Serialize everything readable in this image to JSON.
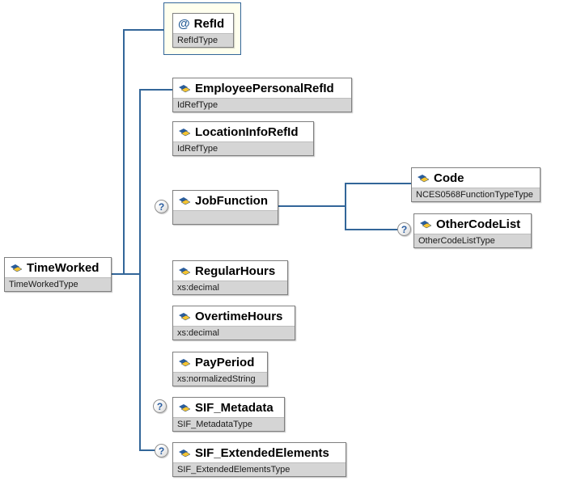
{
  "diagram": {
    "root": {
      "name": "TimeWorked",
      "type": "TimeWorkedType"
    },
    "attribute": {
      "prefix": "@",
      "name": "RefId",
      "type": "RefIdType"
    },
    "children": [
      {
        "name": "EmployeePersonalRefId",
        "type": "IdRefType",
        "optional": false
      },
      {
        "name": "LocationInfoRefId",
        "type": "IdRefType",
        "optional": false
      },
      {
        "name": "JobFunction",
        "type": "",
        "optional": true
      },
      {
        "name": "RegularHours",
        "type": "xs:decimal",
        "optional": false
      },
      {
        "name": "OvertimeHours",
        "type": "xs:decimal",
        "optional": false
      },
      {
        "name": "PayPeriod",
        "type": "xs:normalizedString",
        "optional": false
      },
      {
        "name": "SIF_Metadata",
        "type": "SIF_MetadataType",
        "optional": true
      },
      {
        "name": "SIF_ExtendedElements",
        "type": "SIF_ExtendedElementsType",
        "optional": true
      }
    ],
    "jobfunction_children": [
      {
        "name": "Code",
        "type": "NCES0568FunctionTypeType",
        "optional": false
      },
      {
        "name": "OtherCodeList",
        "type": "OtherCodeListType",
        "optional": true
      }
    ],
    "optional_marker": "?",
    "colors": {
      "connector": "#336699",
      "attr_container_bg": "#ffffee",
      "type_row_bg": "#d5d5d5",
      "icon_blue": "#2a5d9c",
      "icon_yellow": "#f5c431"
    }
  }
}
